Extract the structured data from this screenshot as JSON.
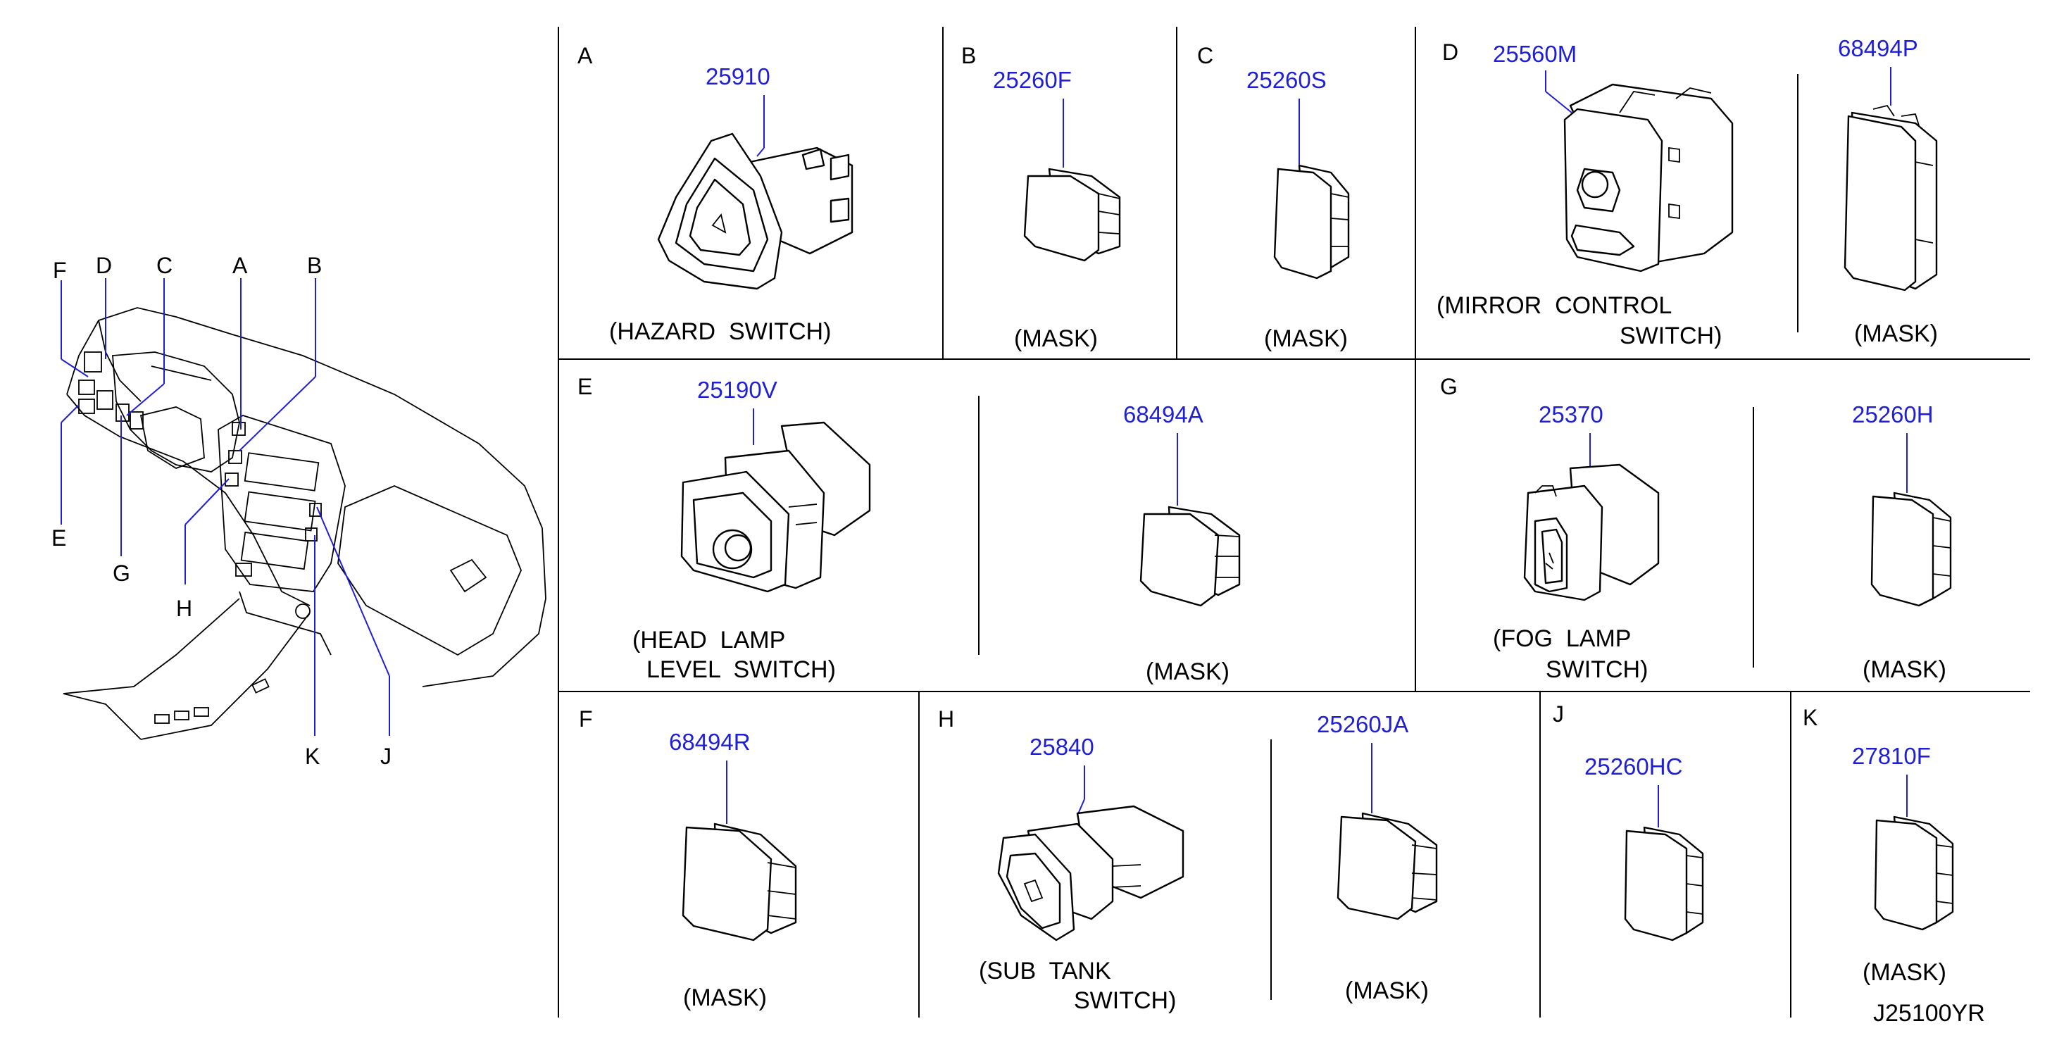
{
  "overview": {
    "callouts": [
      "F",
      "D",
      "C",
      "A",
      "B",
      "E",
      "G",
      "H",
      "K",
      "J"
    ]
  },
  "panels": {
    "A": {
      "letter": "A",
      "part": "25910",
      "caption": [
        "(HAZARD  SWITCH)"
      ]
    },
    "B": {
      "letter": "B",
      "part": "25260F",
      "caption": [
        "(MASK)"
      ]
    },
    "C": {
      "letter": "C",
      "part": "25260S",
      "caption": [
        "(MASK)"
      ]
    },
    "D": {
      "letter": "D",
      "parts": [
        "25560M",
        "68494P"
      ],
      "caption": [
        "(MIRROR  CONTROL",
        "SWITCH)"
      ],
      "caption2": "(MASK)"
    },
    "E": {
      "letter": "E",
      "parts": [
        "25190V",
        "68494A"
      ],
      "caption": [
        "(HEAD  LAMP",
        "LEVEL  SWITCH)"
      ],
      "caption2": "(MASK)"
    },
    "G": {
      "letter": "G",
      "parts": [
        "25370",
        "25260H"
      ],
      "caption": [
        "(FOG  LAMP",
        "SWITCH)"
      ],
      "caption2": "(MASK)"
    },
    "F": {
      "letter": "F",
      "part": "68494R",
      "caption": [
        "(MASK)"
      ]
    },
    "H": {
      "letter": "H",
      "parts": [
        "25840",
        "25260JA"
      ],
      "caption": [
        "(SUB  TANK",
        "SWITCH)"
      ],
      "caption2": "(MASK)"
    },
    "J": {
      "letter": "J",
      "part": "25260HC"
    },
    "K": {
      "letter": "K",
      "part": "27810F",
      "caption": [
        "(MASK)"
      ]
    }
  },
  "drawing_code": "J25100YR"
}
